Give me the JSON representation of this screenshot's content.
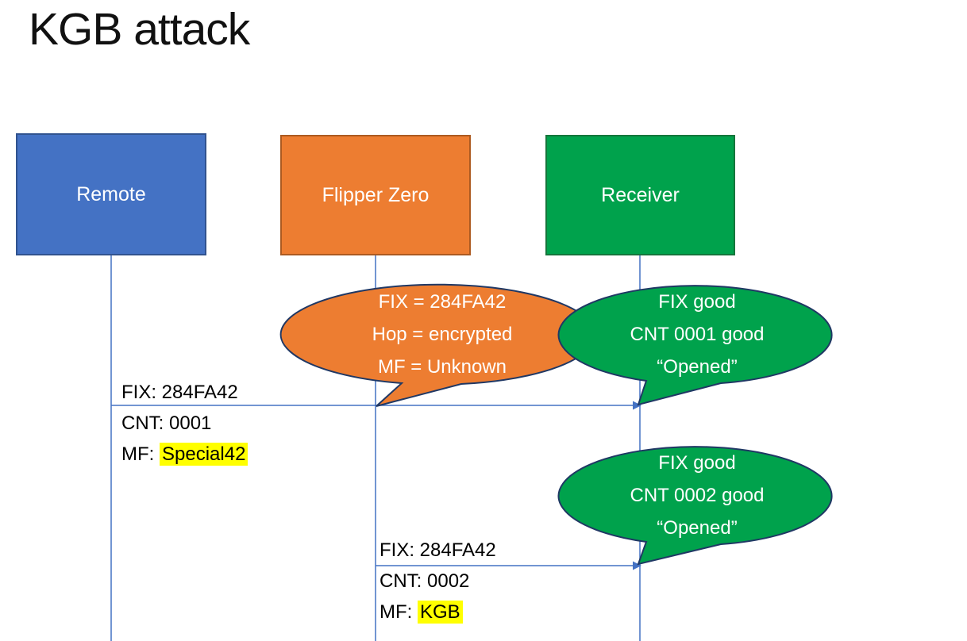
{
  "title": "KGB attack",
  "actors": [
    {
      "label": "Remote"
    },
    {
      "label": "Flipper Zero"
    },
    {
      "label": "Receiver"
    }
  ],
  "bubbles": [
    {
      "lines": [
        "FIX = 284FA42",
        "Hop = encrypted",
        "MF = Unknown"
      ]
    },
    {
      "lines": [
        "FIX good",
        "CNT 0001 good",
        "“Opened”"
      ]
    },
    {
      "lines": [
        "FIX good",
        "CNT 0002 good",
        "“Opened”"
      ]
    }
  ],
  "messages": [
    {
      "line1": "FIX: 284FA42",
      "line2": "CNT: 0001",
      "line3_prefix": "MF: ",
      "line3_highlight": "Special42"
    },
    {
      "line1": "FIX: 284FA42",
      "line2": "CNT: 0002",
      "line3_prefix": "MF: ",
      "line3_highlight": "KGB"
    }
  ],
  "colors": {
    "remote_fill": "#4472C4",
    "remote_border": "#31538F",
    "flipper_fill": "#ED7D31",
    "flipper_border": "#AC5A20",
    "receiver_fill": "#00A24C",
    "receiver_border": "#15763C",
    "connector": "#4472C4",
    "bubble_outline": "#203864",
    "highlight": "#FFFF00"
  }
}
